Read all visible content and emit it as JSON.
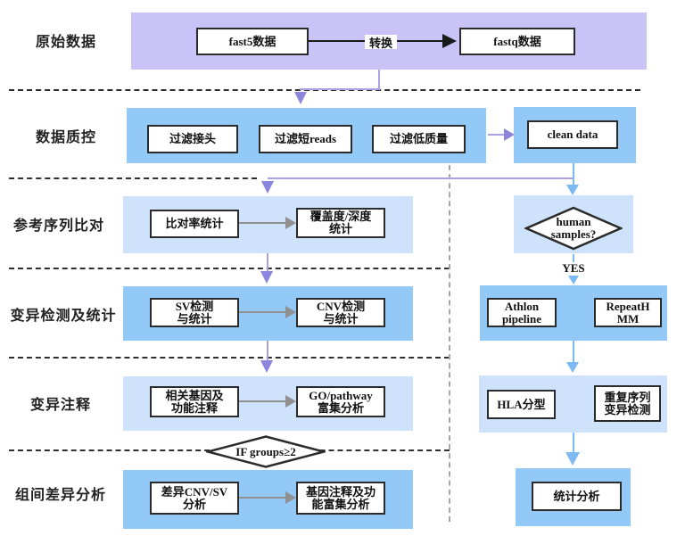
{
  "colors": {
    "purple_band": "#c9c3f8",
    "blue_band": "#92c9f7",
    "light_blue_band": "#cee3fb",
    "purple_arrow": "#8c85dc",
    "blue_arrow": "#7db9f3",
    "gray_arrow": "#909090",
    "black_arrow": "#1a1a1a"
  },
  "rows": {
    "raw_data": {
      "label": "原始数据"
    },
    "qc": {
      "label": "数据质控"
    },
    "alignment": {
      "label": "参考序列比对"
    },
    "variant": {
      "label": "变异检测及统计"
    },
    "annotation": {
      "label": "变异注释"
    },
    "group_diff": {
      "label": "组间差异分析"
    }
  },
  "nodes": {
    "fast5": "fast5数据",
    "fastq": "fastq数据",
    "convert_label": "转换",
    "filter_adapter": "过滤接头",
    "filter_short_reads": "过滤短reads",
    "filter_low_quality": "过滤低质量",
    "clean_data": "clean data",
    "align_rate": "比对率统计",
    "coverage_depth": "覆盖度/深度\n统计",
    "sv": "SV检测\n与统计",
    "cnv": "CNV检测\n与统计",
    "related_genes": "相关基因及\n功能注释",
    "go_pathway": "GO/pathway\n富集分析",
    "diff_cnv_sv": "差异CNV/SV\n分析",
    "gene_annotation": "基因注释及功\n能富集分析",
    "athlon": "Athlon\npipeline",
    "repeathmm": "RepeatH\nMM",
    "hla": "HLA分型",
    "repeat_variant": "重复序列\n变异检测",
    "stats": "统计分析"
  },
  "decisions": {
    "human_samples": "human\nsamples?",
    "yes_label": "YES",
    "if_groups": "IF groups≥2"
  }
}
